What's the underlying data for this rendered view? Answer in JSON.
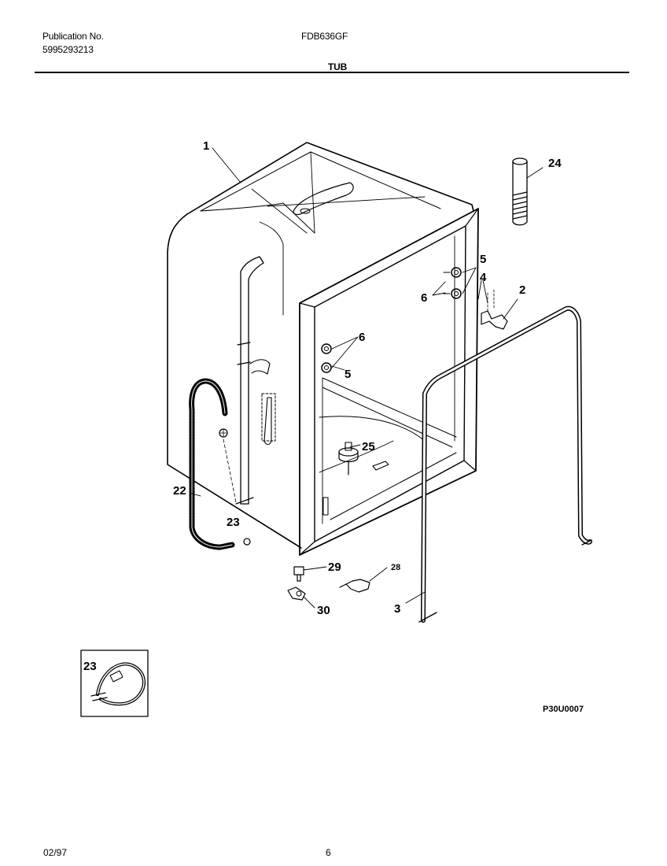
{
  "header": {
    "publication_label": "Publication No.",
    "publication_number": "5995293213",
    "model": "FDB636GF",
    "section_title": "TUB"
  },
  "diagram": {
    "callouts": {
      "c1": "1",
      "c2": "2",
      "c3": "3",
      "c4": "4",
      "c5a": "5",
      "c5b": "5",
      "c6a": "6",
      "c6b": "6",
      "c22": "22",
      "c23": "23",
      "c24": "24",
      "c25": "25",
      "c28": "28",
      "c29": "29",
      "c30": "30",
      "c23_inset": "23"
    },
    "figure_code": "P30U0007"
  },
  "footer": {
    "date": "02/97",
    "page": "6"
  }
}
